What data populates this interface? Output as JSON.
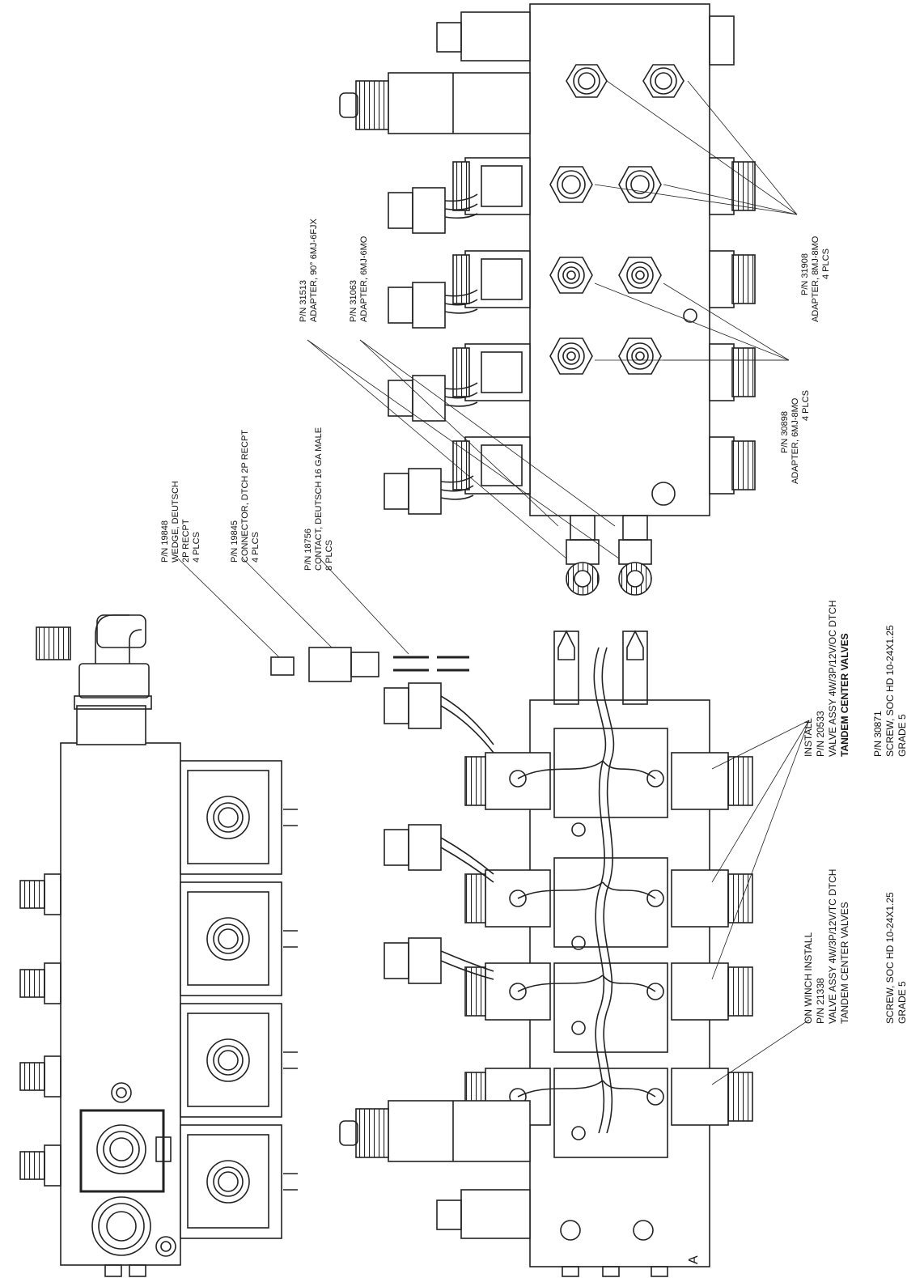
{
  "callouts": {
    "wedge": {
      "pn": "P/N 19848",
      "line1": "WEDGE, DEUTSCH",
      "line2": "2P RECPT",
      "line3": "4 PLCS"
    },
    "connector": {
      "pn": "P/N 19845",
      "line1": "CONNECTOR, DTCH 2P RECPT",
      "line2": "4 PLCS"
    },
    "contact": {
      "pn": "P/N 18756",
      "line1": "CONTACT, DEUTSCH 16 GA MALE",
      "line2": "8 PLCS"
    },
    "adapter_90": {
      "pn": "P/N 31513",
      "line1": "ADAPTER, 90° 6MJ-6FJX"
    },
    "adapter_6mo": {
      "pn": "P/N 31063",
      "line1": "ADAPTER, 6MJ-6MO"
    },
    "adapter_8mo_4": {
      "pn": "P/N 30898",
      "line1": "ADAPTER, 6MJ-8MO",
      "line2": "4 PLCS"
    },
    "adapter_8mj": {
      "pn": "P/N 31908",
      "line1": "ADAPTER, 8MJ-8MO",
      "line2": "4 PLCS"
    },
    "install_oc": {
      "line1": "INSTALL",
      "line2": "P/N 20533",
      "line3": "VALVE ASSY 4W/3P/12V/OC DTCH",
      "line4": "TANDEM CENTER VALVES"
    },
    "screw_a": {
      "pn": "P/N 30871",
      "line1": "SCREW, SOC HD 10-24X1.25",
      "line2": "GRADE 5"
    },
    "install_tc": {
      "line1": "ON WINCH INSTALL",
      "line2": "P/N 21338",
      "line3": "VALVE ASSY 4W/3P/12V/TC DTCH",
      "line4": "TANDEM CENTER VALVES"
    },
    "screw_b": {
      "line1": "SCREW, SOC HD 10-24X1.25",
      "line2": "GRADE 5"
    }
  },
  "marks": {
    "view_letter": "A"
  }
}
